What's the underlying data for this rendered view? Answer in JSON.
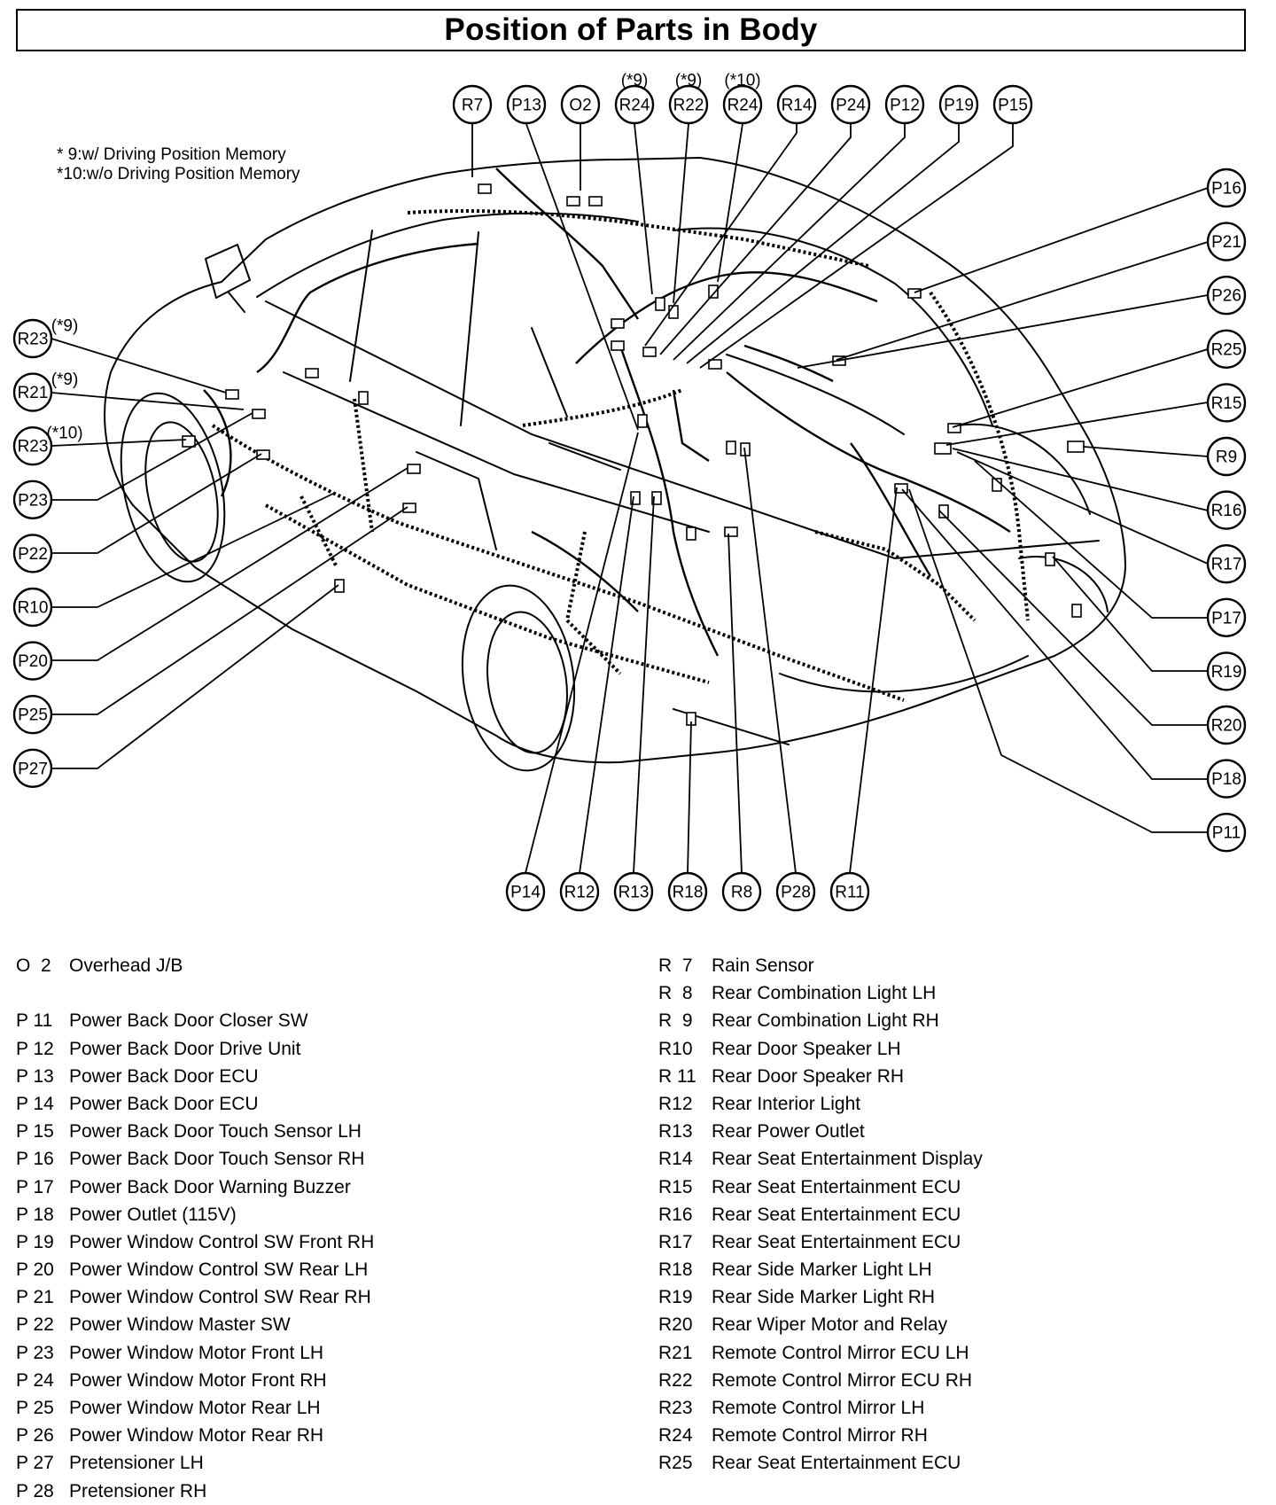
{
  "title": "Position of Parts in Body",
  "footnotes": [
    "* 9:w/ Driving Position Memory",
    "*10:w/o Driving Position Memory"
  ],
  "callouts": {
    "top": [
      {
        "code": "R7",
        "note": ""
      },
      {
        "code": "P13",
        "note": ""
      },
      {
        "code": "O2",
        "note": ""
      },
      {
        "code": "R24",
        "note": "(*9)"
      },
      {
        "code": "R22",
        "note": "(*9)"
      },
      {
        "code": "R24",
        "note": "(*10)"
      },
      {
        "code": "R14",
        "note": ""
      },
      {
        "code": "P24",
        "note": ""
      },
      {
        "code": "P12",
        "note": ""
      },
      {
        "code": "P19",
        "note": ""
      },
      {
        "code": "P15",
        "note": ""
      }
    ],
    "left": [
      {
        "code": "R23",
        "note": "(*9)"
      },
      {
        "code": "R21",
        "note": "(*9)"
      },
      {
        "code": "R23",
        "note": "(*10)"
      },
      {
        "code": "P23",
        "note": ""
      },
      {
        "code": "P22",
        "note": ""
      },
      {
        "code": "R10",
        "note": ""
      },
      {
        "code": "P20",
        "note": ""
      },
      {
        "code": "P25",
        "note": ""
      },
      {
        "code": "P27",
        "note": ""
      }
    ],
    "right": [
      {
        "code": "P16"
      },
      {
        "code": "P21"
      },
      {
        "code": "P26"
      },
      {
        "code": "R25"
      },
      {
        "code": "R15"
      },
      {
        "code": "R9"
      },
      {
        "code": "R16"
      },
      {
        "code": "R17"
      },
      {
        "code": "P17"
      },
      {
        "code": "R19"
      },
      {
        "code": "R20"
      },
      {
        "code": "P18"
      },
      {
        "code": "P11"
      }
    ],
    "bottom": [
      {
        "code": "P14"
      },
      {
        "code": "R12"
      },
      {
        "code": "R13"
      },
      {
        "code": "R18"
      },
      {
        "code": "R8"
      },
      {
        "code": "P28"
      },
      {
        "code": "R11"
      }
    ]
  },
  "legend_left": [
    {
      "code": "O  2",
      "label": "Overhead J/B"
    },
    {
      "code": "",
      "label": ""
    },
    {
      "code": "P 11",
      "label": "Power Back Door Closer SW"
    },
    {
      "code": "P 12",
      "label": "Power Back Door Drive Unit"
    },
    {
      "code": "P 13",
      "label": "Power Back Door ECU"
    },
    {
      "code": "P 14",
      "label": "Power Back Door ECU"
    },
    {
      "code": "P 15",
      "label": "Power Back Door Touch Sensor LH"
    },
    {
      "code": "P 16",
      "label": "Power Back Door Touch Sensor RH"
    },
    {
      "code": "P 17",
      "label": "Power Back Door Warning Buzzer"
    },
    {
      "code": "P 18",
      "label": "Power Outlet (115V)"
    },
    {
      "code": "P 19",
      "label": "Power Window Control SW Front RH"
    },
    {
      "code": "P 20",
      "label": "Power Window Control SW Rear LH"
    },
    {
      "code": "P 21",
      "label": "Power Window Control SW Rear RH"
    },
    {
      "code": "P 22",
      "label": "Power Window Master SW"
    },
    {
      "code": "P 23",
      "label": "Power Window Motor Front LH"
    },
    {
      "code": "P 24",
      "label": "Power Window Motor Front RH"
    },
    {
      "code": "P 25",
      "label": "Power Window Motor Rear LH"
    },
    {
      "code": "P 26",
      "label": "Power Window Motor Rear RH"
    },
    {
      "code": "P 27",
      "label": "Pretensioner LH"
    },
    {
      "code": "P 28",
      "label": "Pretensioner RH"
    }
  ],
  "legend_right": [
    {
      "code": "R  7",
      "label": "Rain Sensor"
    },
    {
      "code": "R  8",
      "label": "Rear Combination Light LH"
    },
    {
      "code": "R  9",
      "label": "Rear Combination Light RH"
    },
    {
      "code": "R10",
      "label": "Rear Door Speaker LH"
    },
    {
      "code": "R 11",
      "label": "Rear Door Speaker RH"
    },
    {
      "code": "R12",
      "label": "Rear Interior Light"
    },
    {
      "code": "R13",
      "label": "Rear Power Outlet"
    },
    {
      "code": "R14",
      "label": "Rear Seat Entertainment Display"
    },
    {
      "code": "R15",
      "label": "Rear Seat Entertainment ECU"
    },
    {
      "code": "R16",
      "label": "Rear Seat Entertainment ECU"
    },
    {
      "code": "R17",
      "label": "Rear Seat Entertainment ECU"
    },
    {
      "code": "R18",
      "label": "Rear Side Marker Light LH"
    },
    {
      "code": "R19",
      "label": "Rear Side Marker Light RH"
    },
    {
      "code": "R20",
      "label": "Rear Wiper Motor and Relay"
    },
    {
      "code": "R21",
      "label": "Remote Control Mirror ECU LH"
    },
    {
      "code": "R22",
      "label": "Remote Control Mirror ECU RH"
    },
    {
      "code": "R23",
      "label": "Remote Control Mirror LH"
    },
    {
      "code": "R24",
      "label": "Remote Control Mirror RH"
    },
    {
      "code": "R25",
      "label": "Rear Seat Entertainment ECU"
    }
  ]
}
